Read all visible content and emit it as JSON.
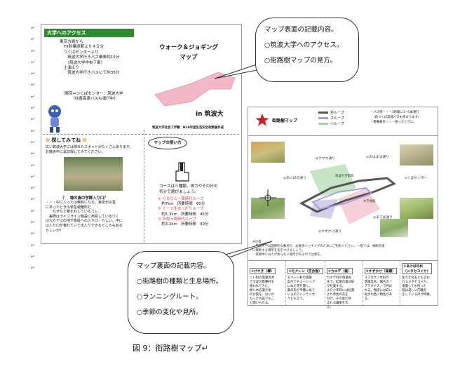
{
  "caption": "図 9：街路樹マップ↵",
  "margin_mark": "↵",
  "front": {
    "access_title": "大学へのアクセス",
    "access_lines": [
      "東京方面から",
      "　TX秋葉原駅より４５分",
      "　つくばセンターより",
      "　　筑波大学行きバス乗車約15分",
      "　　（筑波大学中央下車）",
      "　土浦より",
      "　　筑波大学行きバスにて約35分"
    ],
    "access_note": "（東京⇔つくばセンター：筑波大学\n　　　（往復高速バスも運行中）",
    "title_line1": "ウォーク＆ジョギング",
    "title_line2": "マップ",
    "title_in": "in 筑波大",
    "subtitle": "筑波大学社会工学類　H19年度生活安全政策論作成",
    "try_title": "探してみてね",
    "try_desc": "広い筑波大学には隠れたスポットがたくさんあります。\nお散歩中に是非探してみてください。",
    "tree_heading": "？　場の風の学群入り口？",
    "tree_desc": "・・・中に入ったは稀有になる。東京が災害\nにあったときの緊急避難所だ\n　　なぜなど着をわしているコレ、\n　実際はライフライン施設に用意しているつく\nばならではの地下施設への入り口・らしい。中に\nは入り口が奏れていて出入りできるところもある\nらしいが？",
    "howto_label": "マップの使い方",
    "course_desc": "コースは三種類。体力やその日の\n気分で選びましょう。",
    "loops": [
      {
        "name": "① ぐるりと一周時代ループ",
        "dist": "約7km",
        "time": "所要時間　60分",
        "color": "#d93a3a"
      },
      {
        "name": "② ぐ一つ生まっかりループ",
        "dist": "約5.3km",
        "time": "所要時間　45分",
        "color": "#d93a3a"
      },
      {
        "name": "③ 外周っ周時代ループ",
        "dist": "約3.2km",
        "time": "所要時間　30分",
        "color": "#d93a3a"
      }
    ],
    "colors": {
      "access": "#2e8b2e",
      "route": "#f2b8c6"
    }
  },
  "back": {
    "title": "街路樹マップ",
    "legend": [
      {
        "label": "外ループ",
        "color": "#555555"
      },
      {
        "label": "スループ",
        "color": "#a8a0d8"
      },
      {
        "label": "小ループ",
        "color": "#9fd49f"
      }
    ],
    "info": "・バス停・・・1時間に1〜5本運行\n　（白つくば高速バスも停まります）\n・警備員室・・・困ったときに。",
    "spots": [
      {
        "label": "ケヤキ通り"
      },
      {
        "label": "のはまま通り"
      },
      {
        "label": "あけぼの通り"
      },
      {
        "label": "まてば通り"
      },
      {
        "label": "すずかけ通り"
      },
      {
        "label": "つくばセンター"
      }
    ],
    "notes": "※注意\n　筑波大学は国際的な敷地で、お散歩ジョギングのためにご利用ください。一般では、横断歩道\nに横断する場所を気をつけましょう。\n　夜間中には人が余らない場所があるので注意を。",
    "trees": [
      {
        "name": "①けやき（欅）",
        "desc": "ニレ科の落葉高木\nで大変の数種村も\n使われてきた。\n樹い木広葉が冬\nのか葉を、ほいか\nなった名前でもこ\nと開いられる。"
      },
      {
        "name": "②モクレン（百合樹）",
        "desc": "モクレン科の落葉\n高木でチューリップ\nに似た花を開く。\n葉の形が半纏に似て\nいるのでハンテンボ\nクとも言う。"
      },
      {
        "name": "③カエデ（楓）",
        "desc": "カエデ科の落葉高\n木で、紅葉の葉は形\nが紅葉する。\nまた小年時には紅葉\nされ赤色の花を\n付け、その後に呼\nばれる翼果を作\nる。"
      },
      {
        "name": "④すずかけ（篠懸）",
        "desc": "スズカケノ木科の\n落葉高木。属名の「\nプラタナス」で呼ば\nれる。樹皮には白い\n斑点の色に特色があ\nる。"
      },
      {
        "name": "⑤あけぼの杉\n（メタセコイヤ）",
        "desc": "生きた化石とも言わ\nれるメタセコイヤ。\n落葉しても残った\n暗は美しい円錐形\nをしているのが特徴。"
      }
    ]
  },
  "callout_top": {
    "lines": [
      "マップ表面の記載内容。",
      "○筑波大学へのアクセス。",
      "○街路樹マップの見方。"
    ]
  },
  "callout_bottom": {
    "lines": [
      "マップ裏面の記載内容。",
      "○街路樹の種類と生息場所。",
      "○ランニングルート。",
      "○季節の変化や見所。"
    ]
  }
}
